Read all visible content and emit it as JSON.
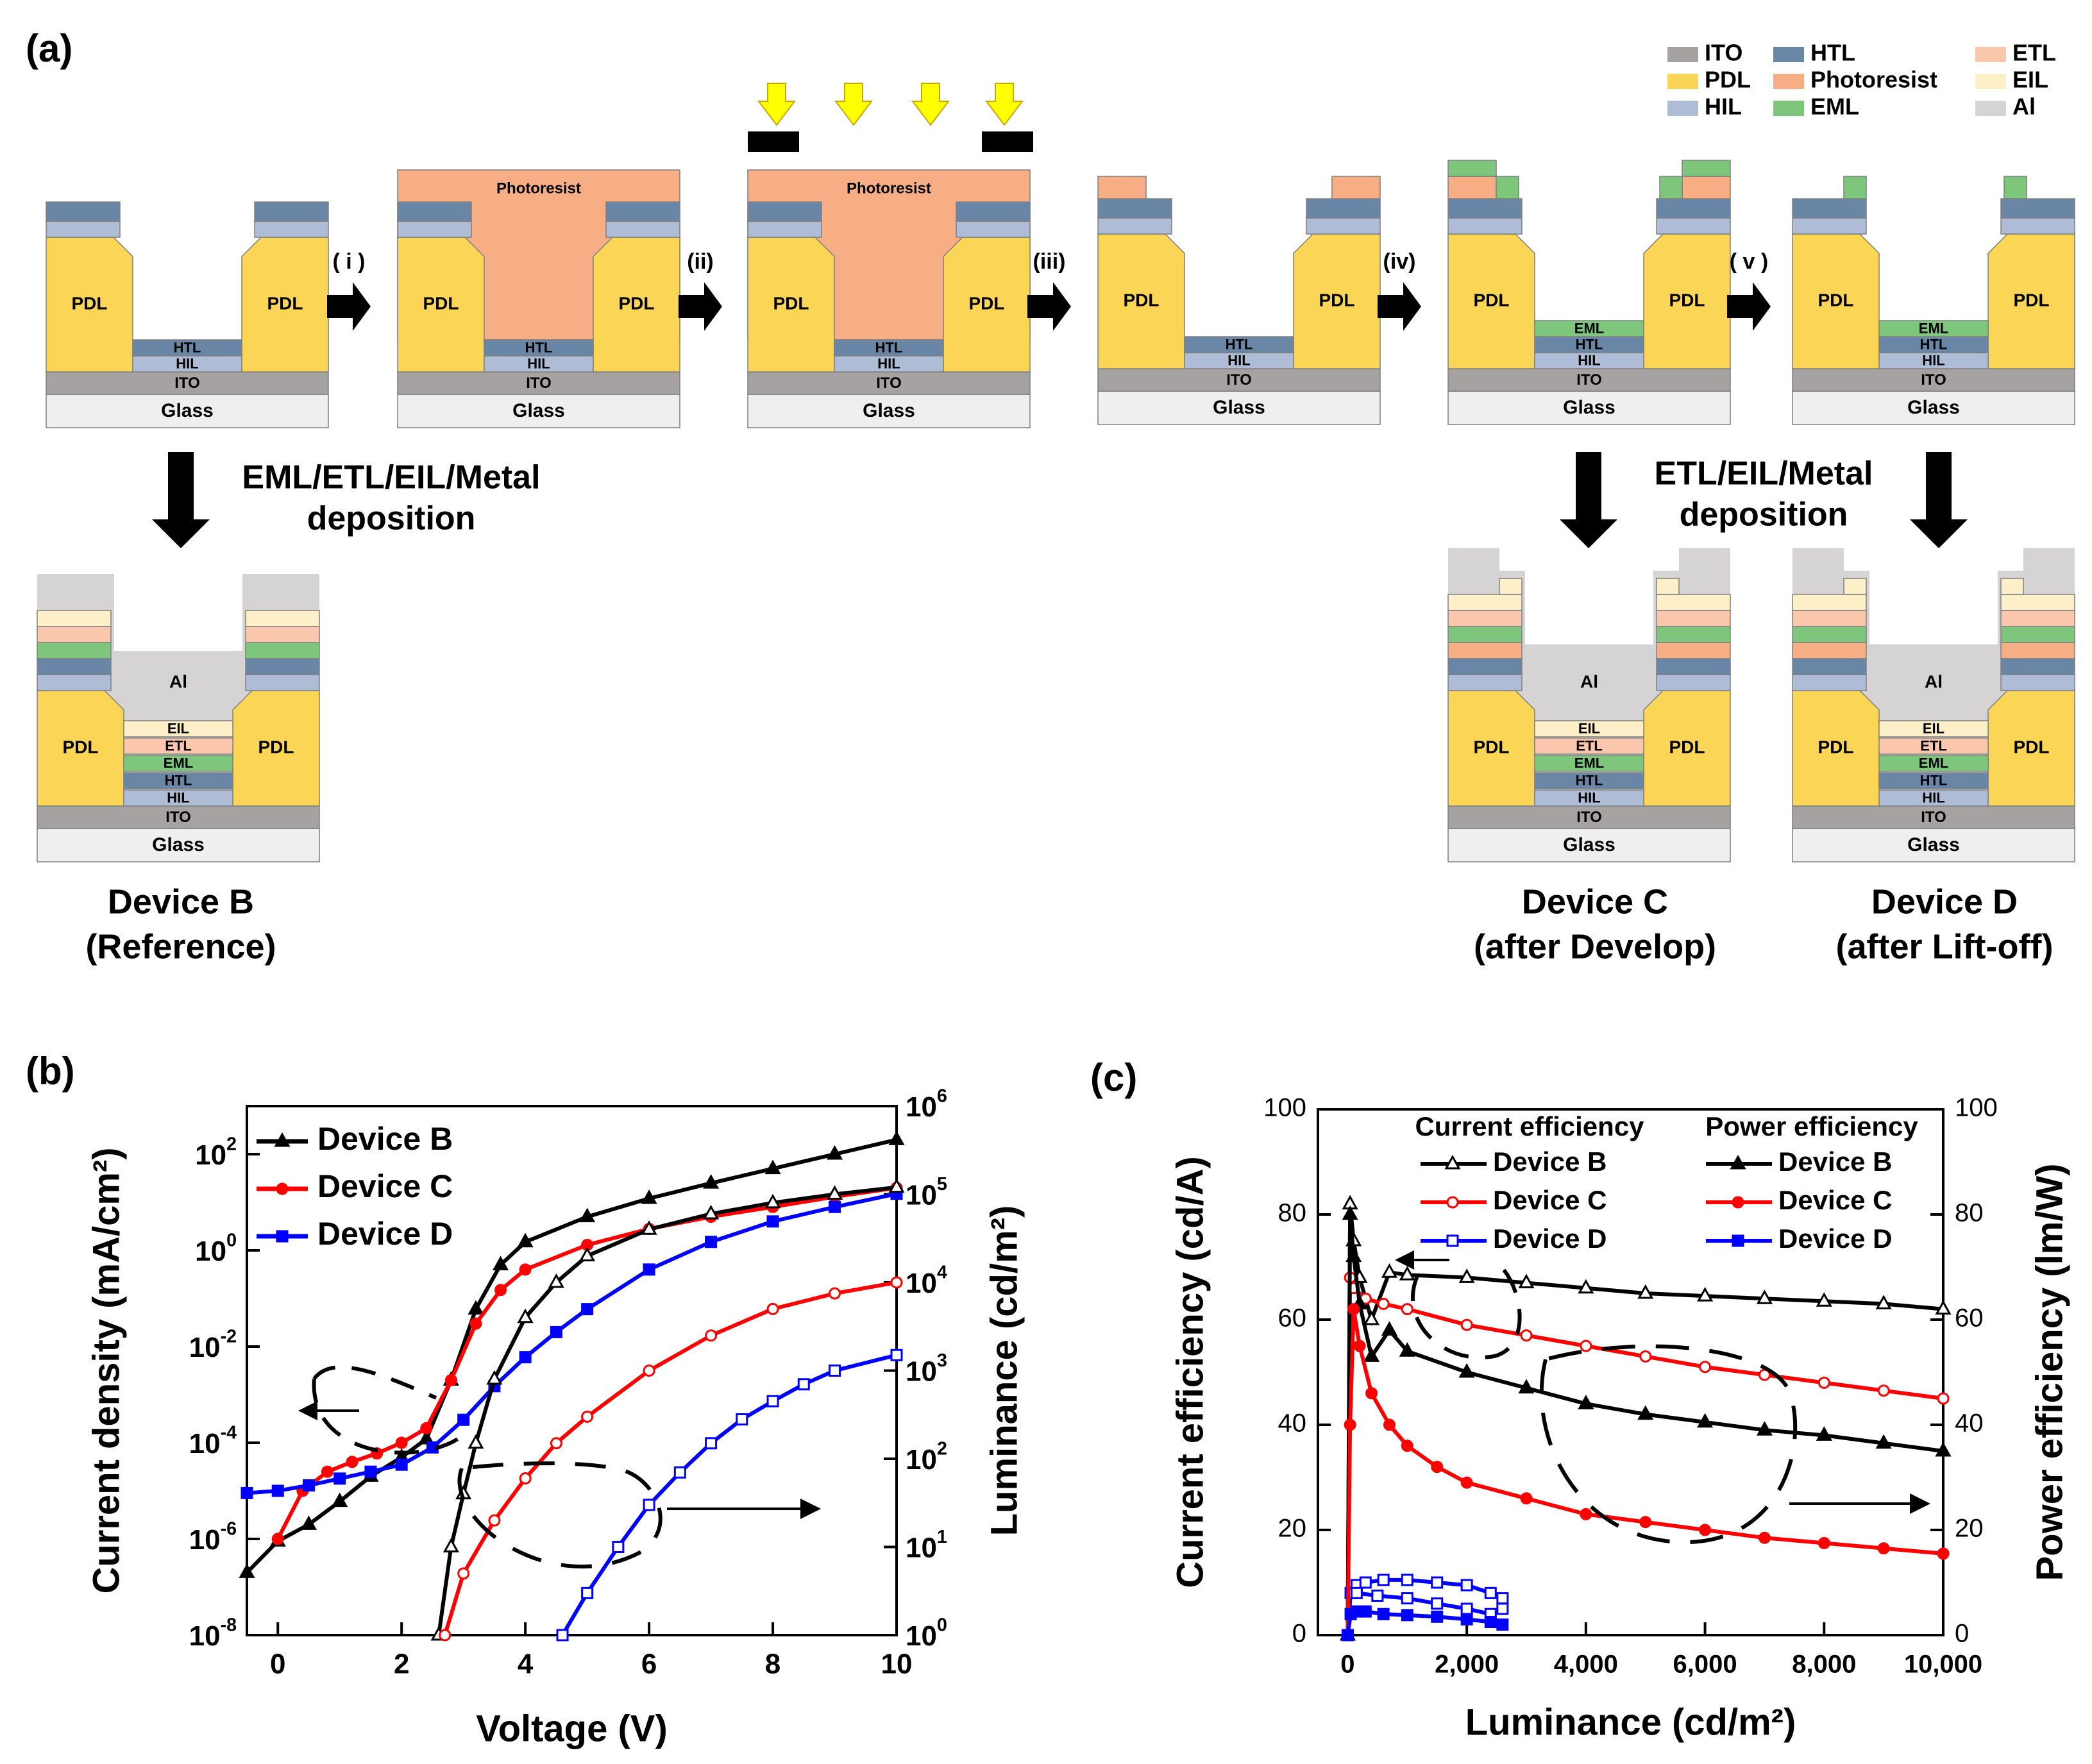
{
  "panel_labels": [
    "(a)",
    "(b)",
    "(c)"
  ],
  "process_arrows": [
    "( i )",
    "(ii)",
    "(iii)",
    "(iv)",
    "( v )"
  ],
  "layer_legend": [
    {
      "name": "ITO",
      "color": "#a6a2a2"
    },
    {
      "name": "PDL",
      "color": "#fbd656"
    },
    {
      "name": "HIL",
      "color": "#aebcd6"
    },
    {
      "name": "HTL",
      "color": "#6a86a7"
    },
    {
      "name": "Photoresist",
      "color": "#f8ae85"
    },
    {
      "name": "EML",
      "color": "#7dc67c"
    },
    {
      "name": "ETL",
      "color": "#fbc7ac"
    },
    {
      "name": "EIL",
      "color": "#fdf0c8"
    },
    {
      "name": "Al",
      "color": "#d5d3d4"
    }
  ],
  "layer_text": {
    "glass": "Glass",
    "ito": "ITO",
    "hil": "HIL",
    "htl": "HTL",
    "eml": "EML",
    "etl": "ETL",
    "eil": "EIL",
    "al": "Al",
    "pdl": "PDL",
    "photoresist": "Photoresist"
  },
  "deposition_labels": {
    "left": [
      "EML/ETL/EIL/Metal",
      "deposition"
    ],
    "right": [
      "ETL/EIL/Metal",
      "deposition"
    ]
  },
  "device_captions": {
    "b": [
      "Device B",
      "(Reference)"
    ],
    "c": [
      "Device C",
      "(after Develop)"
    ],
    "d": [
      "Device D",
      "(after Lift-off)"
    ]
  },
  "colors": {
    "device_b": "#000000",
    "device_c": "#ff0000",
    "device_d": "#0000ff",
    "uv_arrow": "#ffff00"
  },
  "chart_data": [
    {
      "panel": "(b)",
      "type": "line",
      "xlabel": "Voltage (V)",
      "ylabel_left": "Current density (mA/cm²)",
      "ylabel_right": "Luminance (cd/m²)",
      "xlim": [
        -0.5,
        10
      ],
      "ylim_left": [
        1e-08,
        1000.0
      ],
      "ylim_right": [
        1,
        1000000
      ],
      "yscale": "log",
      "x_ticks": [
        "0",
        "2",
        "4",
        "6",
        "8",
        "10"
      ],
      "y_ticks_left": [
        {
          "base": "10",
          "exp": "2"
        },
        {
          "base": "10",
          "exp": "0"
        },
        {
          "base": "10",
          "exp": "-2"
        },
        {
          "base": "10",
          "exp": "-4"
        },
        {
          "base": "10",
          "exp": "-6"
        },
        {
          "base": "10",
          "exp": "-8"
        }
      ],
      "y_ticks_right": [
        {
          "base": "10",
          "exp": "6"
        },
        {
          "base": "10",
          "exp": "5"
        },
        {
          "base": "10",
          "exp": "4"
        },
        {
          "base": "10",
          "exp": "3"
        },
        {
          "base": "10",
          "exp": "2"
        },
        {
          "base": "10",
          "exp": "1"
        },
        {
          "base": "10",
          "exp": "0"
        }
      ],
      "legend": [
        "Device B",
        "Device C",
        "Device D"
      ],
      "legend_position": "top-left",
      "series": [
        {
          "name": "Device B",
          "axis": "left",
          "marker": "filled-triangle",
          "x": [
            -0.5,
            0,
            0.5,
            1,
            1.5,
            2,
            2.4,
            2.8,
            3.2,
            3.6,
            4,
            5,
            6,
            7,
            8,
            9,
            10
          ],
          "y": [
            2e-07,
            9e-07,
            2e-06,
            6e-06,
            2e-05,
            5e-05,
            0.00012,
            0.002,
            0.06,
            0.5,
            1.5,
            5,
            12,
            25,
            50,
            100,
            200
          ]
        },
        {
          "name": "Device C",
          "axis": "left",
          "marker": "filled-circle",
          "x": [
            0,
            0.4,
            0.8,
            1.2,
            1.6,
            2,
            2.4,
            2.8,
            3.2,
            3.6,
            4,
            5,
            6,
            7,
            8,
            9,
            10
          ],
          "y": [
            1e-06,
            1e-05,
            2.5e-05,
            4e-05,
            6e-05,
            0.0001,
            0.0002,
            0.002,
            0.03,
            0.15,
            0.4,
            1.3,
            2.8,
            5,
            8,
            13,
            20
          ]
        },
        {
          "name": "Device D",
          "axis": "left",
          "marker": "filled-square",
          "x": [
            -0.5,
            0,
            0.5,
            1,
            1.5,
            2,
            2.5,
            3,
            3.5,
            4,
            4.5,
            5,
            6,
            7,
            8,
            9,
            10
          ],
          "y": [
            9e-06,
            1e-05,
            1.3e-05,
            1.8e-05,
            2.5e-05,
            3.5e-05,
            8e-05,
            0.0003,
            0.0015,
            0.006,
            0.02,
            0.06,
            0.4,
            1.5,
            4,
            8,
            15
          ]
        },
        {
          "name": "Device B",
          "axis": "right",
          "marker": "open-triangle",
          "x": [
            2.6,
            2.8,
            3,
            3.2,
            3.5,
            4,
            4.5,
            5,
            6,
            7,
            8,
            9,
            10
          ],
          "y": [
            1,
            10,
            40,
            150,
            800,
            4000,
            10000,
            20000,
            40000,
            60000,
            80000,
            100000,
            120000
          ]
        },
        {
          "name": "Device C",
          "axis": "right",
          "marker": "open-circle",
          "x": [
            2.7,
            3,
            3.5,
            4,
            4.5,
            5,
            6,
            7,
            8,
            9,
            10
          ],
          "y": [
            1,
            5,
            20,
            60,
            150,
            300,
            1000,
            2500,
            5000,
            7500,
            10000
          ]
        },
        {
          "name": "Device D",
          "axis": "right",
          "marker": "open-square",
          "x": [
            4.6,
            5,
            5.5,
            6,
            6.5,
            7,
            7.5,
            8,
            8.5,
            9,
            10
          ],
          "y": [
            1,
            3,
            10,
            30,
            70,
            150,
            280,
            450,
            700,
            1000,
            1500
          ]
        }
      ]
    },
    {
      "panel": "(c)",
      "type": "line",
      "xlabel": "Luminance (cd/m²)",
      "ylabel_left": "Current efficiency (cd/A)",
      "ylabel_right": "Power efficiency (lm/W)",
      "xlim": [
        -500,
        10000
      ],
      "ylim_left": [
        0,
        100
      ],
      "ylim_right": [
        0,
        100
      ],
      "x_ticks": [
        "0",
        "2,000",
        "4,000",
        "6,000",
        "8,000",
        "10,000"
      ],
      "y_ticks_left": [
        "0",
        "20",
        "40",
        "60",
        "80",
        "100"
      ],
      "y_ticks_right": [
        "0",
        "20",
        "40",
        "60",
        "80",
        "100"
      ],
      "legend_headers": [
        "Current efficiency",
        "Power efficiency"
      ],
      "legend": [
        "Device B",
        "Device C",
        "Device D"
      ],
      "legend_position": "top-right",
      "series": [
        {
          "name": "Device B",
          "group": "Current efficiency",
          "marker": "open-triangle",
          "x": [
            0,
            40,
            100,
            200,
            400,
            700,
            1000,
            2000,
            3000,
            4000,
            5000,
            6000,
            7000,
            8000,
            9000,
            10000
          ],
          "y": [
            0,
            82,
            75,
            68,
            60,
            69,
            68.5,
            68,
            67,
            66,
            65,
            64.5,
            64,
            63.5,
            63,
            62
          ]
        },
        {
          "name": "Device C",
          "group": "Current efficiency",
          "marker": "open-circle",
          "x": [
            0,
            40,
            100,
            300,
            600,
            1000,
            2000,
            3000,
            4000,
            5000,
            6000,
            7000,
            8000,
            9000,
            10000
          ],
          "y": [
            0,
            68,
            66,
            64,
            63,
            62,
            59,
            57,
            55,
            53,
            51,
            49.5,
            48,
            46.5,
            45
          ]
        },
        {
          "name": "Device D",
          "group": "Current efficiency",
          "marker": "open-square",
          "x": [
            0,
            50,
            150,
            300,
            600,
            1000,
            1500,
            2000,
            2400,
            2600,
            2600,
            2400,
            2000,
            1500,
            1000,
            500,
            150
          ],
          "y": [
            0,
            8,
            9.5,
            10,
            10.5,
            10.5,
            10,
            9.5,
            8,
            7,
            5,
            4,
            5,
            6,
            7,
            7.5,
            8
          ]
        },
        {
          "name": "Device B",
          "group": "Power efficiency",
          "marker": "filled-triangle",
          "x": [
            0,
            40,
            100,
            200,
            400,
            700,
            1000,
            2000,
            3000,
            4000,
            5000,
            6000,
            7000,
            8000,
            9000,
            10000
          ],
          "y": [
            0,
            80,
            72,
            63,
            53,
            58,
            54,
            50,
            47,
            44,
            42,
            40.5,
            39,
            38,
            36.5,
            35
          ]
        },
        {
          "name": "Device C",
          "group": "Power efficiency",
          "marker": "filled-circle",
          "x": [
            0,
            40,
            100,
            200,
            400,
            700,
            1000,
            1500,
            2000,
            3000,
            4000,
            5000,
            6000,
            7000,
            8000,
            9000,
            10000
          ],
          "y": [
            0,
            40,
            62,
            55,
            46,
            40,
            36,
            32,
            29,
            26,
            23,
            21.5,
            20,
            18.5,
            17.5,
            16.5,
            15.5
          ]
        },
        {
          "name": "Device D",
          "group": "Power efficiency",
          "marker": "filled-square",
          "x": [
            0,
            50,
            150,
            300,
            600,
            1000,
            1500,
            2000,
            2400,
            2600
          ],
          "y": [
            0,
            4,
            4.5,
            4.5,
            4,
            3.8,
            3.5,
            3,
            2.5,
            2
          ]
        }
      ]
    }
  ]
}
